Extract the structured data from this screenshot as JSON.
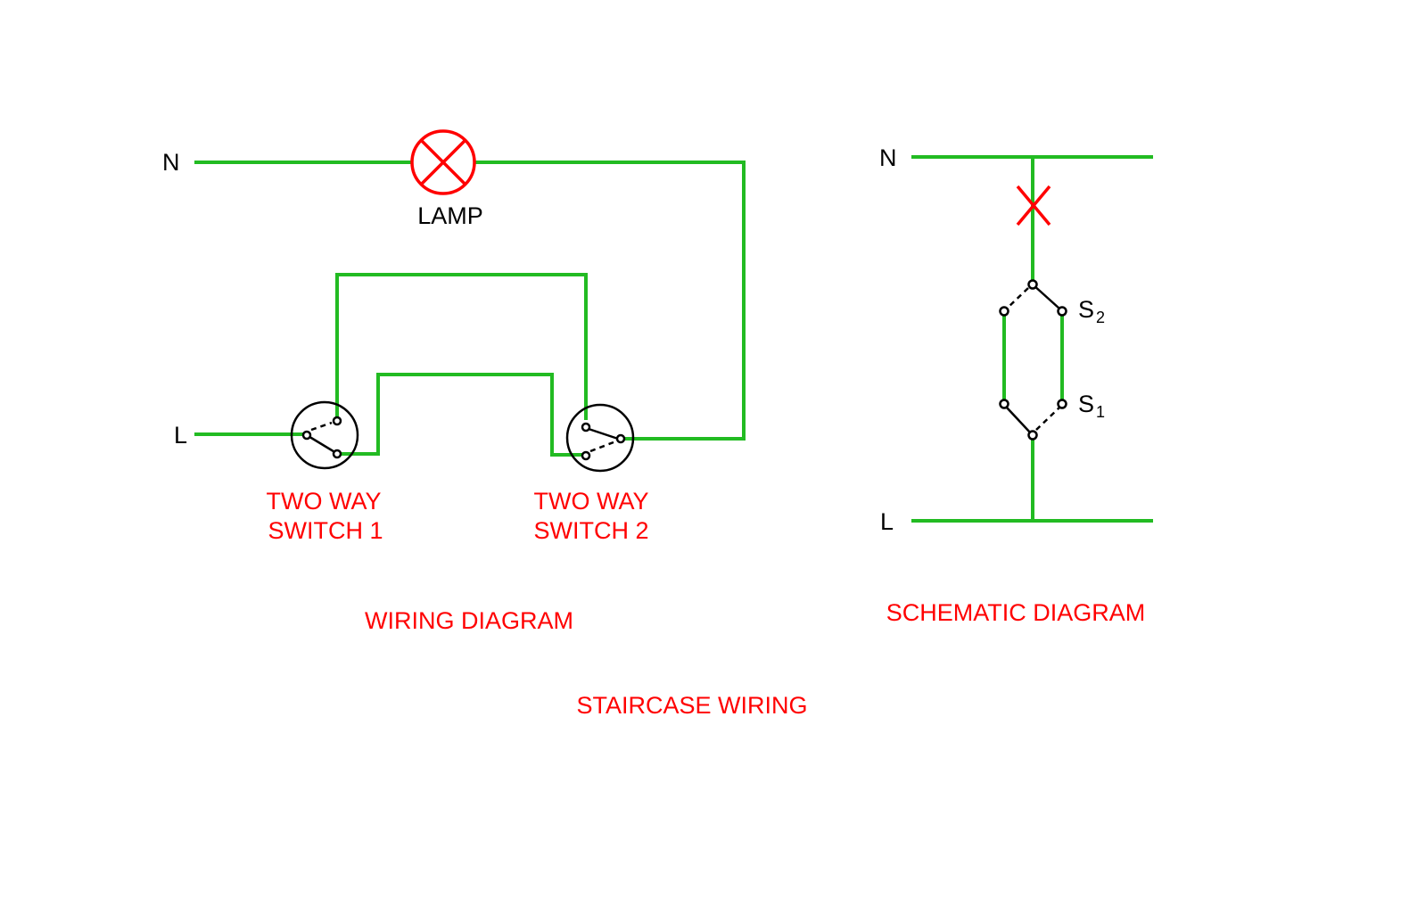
{
  "colors": {
    "wire": "#22bb22",
    "lamp": "#ff0000",
    "label_red": "#ff0000",
    "text_black": "#000000",
    "component": "#000000"
  },
  "wiring": {
    "n_label": "N",
    "l_label": "L",
    "lamp_label": "LAMP",
    "switch1_line1": "TWO WAY",
    "switch1_line2": "SWITCH 1",
    "switch2_line1": "TWO WAY",
    "switch2_line2": "SWITCH 2",
    "caption": "WIRING DIAGRAM"
  },
  "schematic": {
    "n_label": "N",
    "l_label": "L",
    "s2_main": "S",
    "s2_sub": "2",
    "s1_main": "S",
    "s1_sub": "1",
    "caption": "SCHEMATIC DIAGRAM"
  },
  "title": "STAIRCASE WIRING"
}
